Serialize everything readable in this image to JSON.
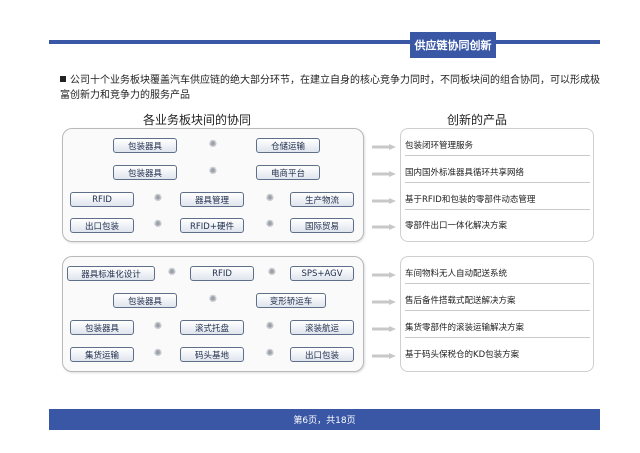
{
  "header": {
    "title": "供应链协同创新"
  },
  "intro": "公司十个业务板块覆盖汽车供应链的绝大部分环节，在建立自身的核心竞争力同时，不同板块间的组合协同，可以形成极富创新力和竞争力的服务产品",
  "left_title": "各业务板块间的协同",
  "right_title": "创新的产品",
  "group1": {
    "row1": [
      "包装器具",
      "仓储运输"
    ],
    "row2": [
      "包装器具",
      "电商平台"
    ],
    "row3": [
      "RFID",
      "器具管理",
      "生产物流"
    ],
    "row4": [
      "出口包装",
      "RFID+硬件",
      "国际贸易"
    ],
    "products": [
      "包装闭环管理服务",
      "国内国外标准器具循环共享网络",
      "基于RFID和包装的零部件动态管理",
      "零部件出口一体化解决方案"
    ]
  },
  "group2": {
    "row1": [
      "器具标准化设计",
      "RFID",
      "SPS+AGV"
    ],
    "row2": [
      "包装器具",
      "变形轿运车"
    ],
    "row3": [
      "包装器具",
      "滚式托盘",
      "滚装航运"
    ],
    "row4": [
      "集货运输",
      "码头基地",
      "出口包装"
    ],
    "products": [
      "车间物料无人自动配送系统",
      "售后备件搭载式配送解决方案",
      "集货零部件的滚装运输解决方案",
      "基于码头保税仓的KD包装方案"
    ]
  },
  "footer": {
    "page": "第6页，共18页"
  },
  "colors": {
    "brand": "#3a57a6"
  }
}
